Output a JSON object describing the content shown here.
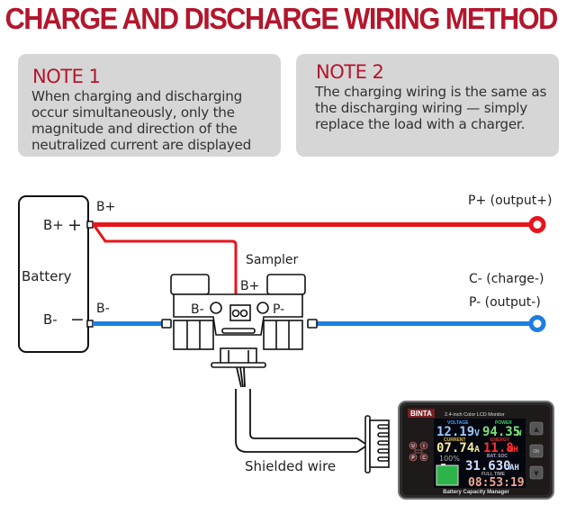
{
  "title": "CHARGE AND DISCHARGE WIRING METHOD",
  "notes": [
    {
      "heading": "NOTE 1",
      "text": "When charging and discharging\noccur simultaneously, only the\nmagnitude and direction of the\nneutralized current are displayed"
    },
    {
      "heading": "NOTE 2",
      "text": "The charging wiring is the same as\nthe discharging wiring — simply\nreplace the load with a charger."
    }
  ],
  "colors": {
    "accent": "#b3162c",
    "positive_wire": "#e8141c",
    "negative_wire": "#1e7fe0",
    "note_bg": "#d6d6d6"
  },
  "diagram": {
    "battery": {
      "label": "Battery",
      "pos_label": "B+",
      "pos_sign": "+",
      "neg_label": "B-",
      "neg_sign": "−"
    },
    "wire_labels": {
      "b_plus": "B+",
      "b_minus": "B-"
    },
    "sampler": {
      "label": "Sampler",
      "b_plus": "B+",
      "b_minus": "B-",
      "p_minus": "P-"
    },
    "outputs": {
      "positive": "P+ (output+)",
      "charge_neg": "C- (charge-)",
      "output_neg": "P- (output-)"
    },
    "cable_label": "Shielded wire"
  },
  "monitor": {
    "brand": "BINTA",
    "header": "2.4-inch Color LCD Monitor",
    "footer": "Battery Capacity Manager",
    "side_buttons": [
      "U",
      "I",
      "P",
      "C"
    ],
    "nav_buttons": {
      "up": "▲",
      "ok": "OK",
      "down": "▼"
    },
    "readings": {
      "voltage_label": "VOLTAGE",
      "voltage": "12.19",
      "voltage_unit": "V",
      "power_label": "POWER",
      "power": "94.35",
      "power_unit": "W",
      "current_label": "CURRENT",
      "current": "07.74",
      "current_unit": "A",
      "energy_label": "ENERGY",
      "energy": "11.8",
      "energy_unit": "WH",
      "battery_percent": "100%",
      "capacity_label": "BAT. SOC",
      "capacity": "31.630",
      "capacity_unit": "AH",
      "time_label": "FULL  TIME",
      "time": "08:53:19"
    }
  }
}
